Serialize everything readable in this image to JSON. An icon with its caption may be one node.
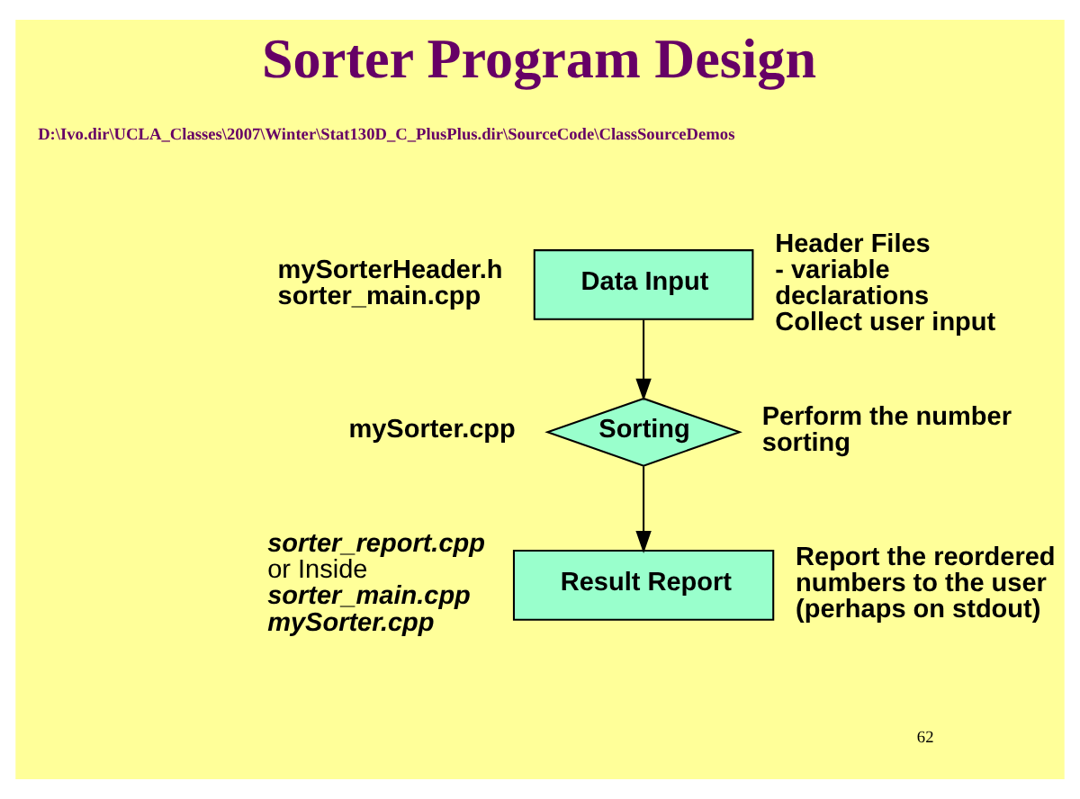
{
  "diagram": {
    "title": "Sorter Program Design",
    "nodes": [
      {
        "text": [
          "Data Input"
        ],
        "beside": [
          "mySorterHeader.h",
          "sorter_main.cpp",
          "Header Files",
          "- variable declarations",
          "Collect user input"
        ]
      },
      {
        "text": [
          "Sorting"
        ],
        "beside": [
          "mySorter.cpp",
          "Perform the number sorting"
        ]
      },
      {
        "text": [
          "Result Report"
        ],
        "beside": [
          "sorter_report.cpp",
          "or Inside",
          "sorter_main.cpp",
          "mySorter.cpp",
          "Report the reordered numbers to the user (perhaps on stdout)"
        ]
      }
    ],
    "edges": [
      {
        "from": 0,
        "to": 1,
        "arrow": "to"
      },
      {
        "from": 1,
        "to": 2,
        "arrow": "to"
      }
    ],
    "labels": [
      "D:\\Ivo.dir\\UCLA_Classes\\2007\\Winter\\Stat130D_C_PlusPlus.dir\\SourceCode\\ClassSourceDemos",
      "62"
    ]
  }
}
